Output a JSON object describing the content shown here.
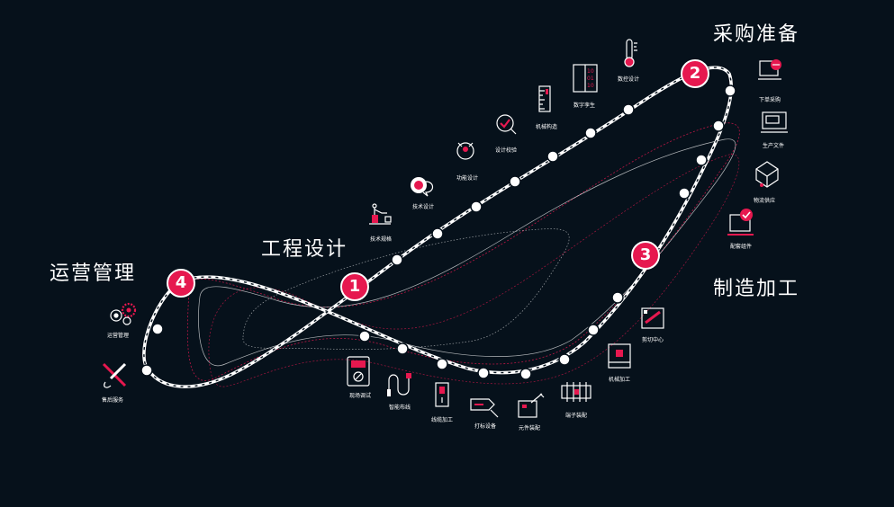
{
  "phases": [
    {
      "number": "1",
      "title": "工程设计"
    },
    {
      "number": "2",
      "title": "采购准备"
    },
    {
      "number": "3",
      "title": "制造加工"
    },
    {
      "number": "4",
      "title": "运营管理"
    }
  ],
  "steps": {
    "tech_plan": "技术规格",
    "tech_design": "技术设计",
    "function_design": "功能设计",
    "design_check": "设计校验",
    "mechanical": "机械构造",
    "digital_twin": "数字孪生",
    "data_design": "数控设计",
    "order_purchase": "下单采购",
    "production_files": "生产文件",
    "supply": "物流供应",
    "kit_parts": "配套组件",
    "cutting_center": "剪切中心",
    "machining": "机械加工",
    "terminal_assembly": "端子装配",
    "component_assembly": "元件装配",
    "marking_device": "打标设备",
    "wire_processing": "线缆加工",
    "smart_wiring": "智能布线",
    "field_debug": "现场调试",
    "operation_mgmt": "运营管理",
    "after_sales": "售后服务"
  },
  "colors": {
    "background": "#06111b",
    "accent": "#e6184f",
    "line": "#ffffff"
  }
}
